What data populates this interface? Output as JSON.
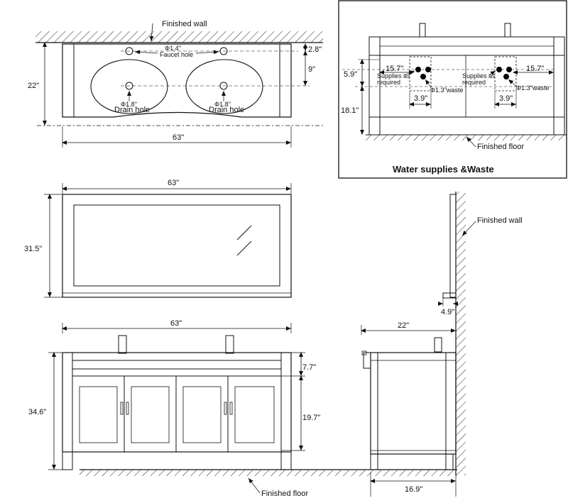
{
  "top_view": {
    "finished_wall": "Finished wall",
    "faucet_hole_dia": "Φ1.4\"",
    "faucet_hole": "Faucet hole",
    "drain_hole_dia_left": "Φ1.8\"",
    "drain_hole_left": "Drain hole",
    "drain_hole_dia_right": "Φ1.8\"",
    "drain_hole_right": "Drain hole",
    "dim_2_8": "2.8\"",
    "dim_9": "9\"",
    "dim_22": "22\"",
    "dim_63": "63\""
  },
  "water_panel": {
    "title": "Water supplies &Waste",
    "dim_15_7_left": "15.7\"",
    "dim_15_7_right": "15.7\"",
    "supplies_left_1": "Supplies as",
    "supplies_left_2": "required",
    "supplies_right_1": "Supplies as",
    "supplies_right_2": "required",
    "waste_left": "Φ1.3\"waste",
    "waste_right": "Φ1.3\"waste",
    "dim_3_9_left": "3.9\"",
    "dim_3_9_right": "3.9\"",
    "dim_5_9": "5.9\"",
    "dim_18_1": "18.1\"",
    "finished_floor": "Finished floor"
  },
  "mirror": {
    "dim_63": "63\"",
    "dim_31_5": "31.5\""
  },
  "mirror_side": {
    "finished_wall": "Finished wall",
    "dim_4_9": "4.9\""
  },
  "front_view": {
    "dim_63": "63\"",
    "dim_34_6": "34.6\"",
    "dim_7_7": "7.7\"",
    "dim_19_7": "19.7\"",
    "finished_floor": "Finished floor"
  },
  "side_view": {
    "dim_22": "22\"",
    "dim_16_9": "16.9\""
  }
}
